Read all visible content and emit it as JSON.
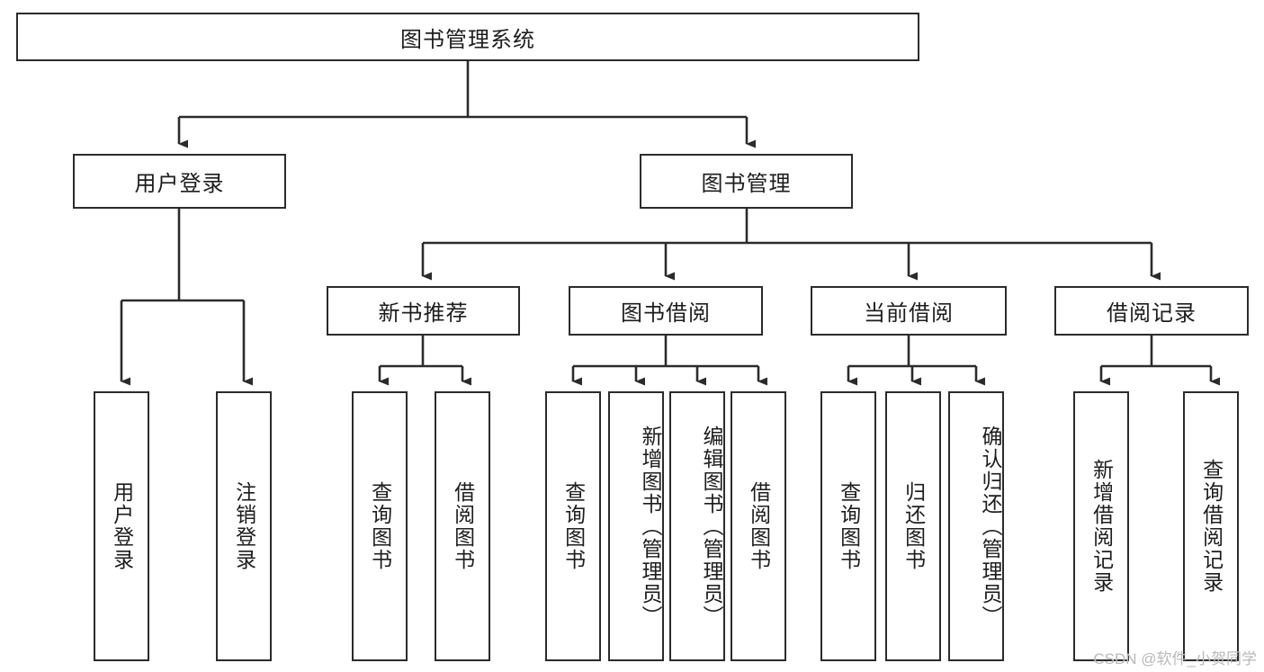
{
  "diagram": {
    "type": "tree-hierarchy",
    "title": "图书管理系统",
    "watermark": "CSDN @软件_小贺同学",
    "colors": {
      "stroke": "#2b2b2b",
      "background": "#ffffff",
      "text": "#1d1d1d",
      "watermark": "#b9b9b9"
    },
    "root": {
      "label": "图书管理系统"
    },
    "level2": [
      {
        "label": "用户登录"
      },
      {
        "label": "图书管理"
      }
    ],
    "level3": [
      {
        "label": "新书推荐"
      },
      {
        "label": "图书借阅"
      },
      {
        "label": "当前借阅"
      },
      {
        "label": "借阅记录"
      }
    ],
    "leaves": {
      "user_login": [
        {
          "label": "用户登录"
        },
        {
          "label": "注销登录"
        }
      ],
      "new_book": [
        {
          "label": "查询图书"
        },
        {
          "label": "借阅图书"
        }
      ],
      "borrow": [
        {
          "label": "查询图书"
        },
        {
          "label": "新增图书（管理员）"
        },
        {
          "label": "编辑图书（管理员）"
        },
        {
          "label": "借阅图书"
        }
      ],
      "current": [
        {
          "label": "查询图书"
        },
        {
          "label": "归还图书"
        },
        {
          "label": "确认归还（管理员）"
        }
      ],
      "records": [
        {
          "label": "新增借阅记录"
        },
        {
          "label": "查询借阅记录"
        }
      ]
    }
  }
}
